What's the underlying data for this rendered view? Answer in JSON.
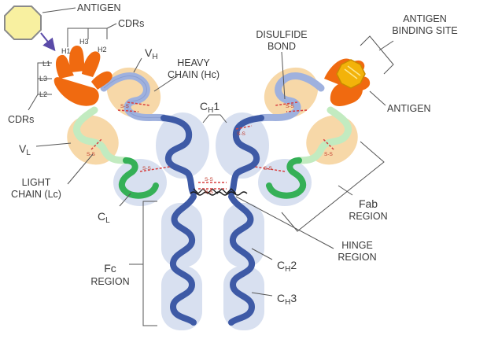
{
  "labels": {
    "antigen_top": "ANTIGEN",
    "cdrs_top": "CDRs",
    "h1": "H1",
    "h2": "H2",
    "h3": "H3",
    "l1": "L1",
    "l2": "L2",
    "l3": "L3",
    "cdrs_left": "CDRs",
    "vh_main": "V",
    "vh_sub": "H",
    "heavy_chain_1": "HEAVY",
    "heavy_chain_2": "CHAIN (Hc)",
    "disulfide_1": "DISULFIDE",
    "disulfide_2": "BOND",
    "antigen_binding_1": "ANTIGEN",
    "antigen_binding_2": "BINDING SITE",
    "antigen_right": "ANTIGEN",
    "ch1_main": "C",
    "ch1_sub": "H",
    "ch1_num": "1",
    "vl_main": "V",
    "vl_sub": "L",
    "light_chain_1": "LIGHT",
    "light_chain_2": "CHAIN (Lc)",
    "cl_main": "C",
    "cl_sub": "L",
    "fab_1": "Fab",
    "fab_2": "REGION",
    "hinge_1": "HINGE",
    "hinge_2": "REGION",
    "fc_1": "Fc",
    "fc_2": "REGION",
    "ch2_main": "C",
    "ch2_sub": "H",
    "ch2_num": "2",
    "ch3_main": "C",
    "ch3_sub": "H",
    "ch3_num": "3",
    "ss": "S-S"
  },
  "colors": {
    "heavy_chain": "#3e5aa6",
    "heavy_chain_light": "#9fb1de",
    "domain_shade": "#d8e0f0",
    "variable_halo": "#f7d8a8",
    "light_chain": "#35b057",
    "light_chain_pale": "#c2ebc0",
    "disulfide": "#d84040",
    "cdr_orange": "#f06a10",
    "antigen_yellow": "#f8f0a0",
    "antigen_gold": "#f3b30a",
    "label_text": "#3a3a3a",
    "leader_line": "#555555",
    "arrow_purple": "#5a4aa8"
  }
}
